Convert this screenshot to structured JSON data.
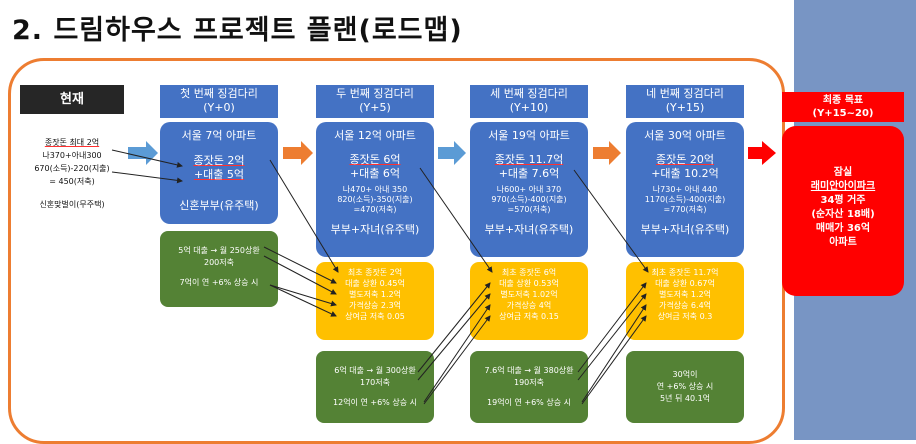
{
  "title": "2. 드림하우스 프로젝트 플랜(로드맵)",
  "current": {
    "header": "현재",
    "lines": [
      "종잣돈 최대 2억",
      "나370+아내300",
      "670(소득)-220(지출)",
      "= 450(저축)",
      "",
      "신혼맞벌이(무주택)"
    ]
  },
  "stages": [
    {
      "header": [
        "첫 번째 징검다리",
        "(Y+0)"
      ],
      "blue": {
        "line1": "서울 7억 아파트",
        "line2": "종잣돈 2억",
        "line3": "+대출 5억",
        "detail": [],
        "bottom": "신혼부부(유주택)"
      },
      "green": [
        "5억 대출 → 월 250상환",
        "200저축",
        "",
        "7억이 연 +6% 상승 시"
      ]
    },
    {
      "header": [
        "두 번째 징검다리",
        "(Y+5)"
      ],
      "blue": {
        "line1": "서울 12억 아파트",
        "line2": "종잣돈 6억",
        "line3": "+대출 6억",
        "detail": [
          "나470+ 아내 350",
          "820(소득)-350(지출)",
          "=470(저축)"
        ],
        "bottom": "부부+자녀(유주택)"
      },
      "yellow": [
        "최초 종잣돈 2억",
        "대출 상환 0.45억",
        "별도저축 1.2억",
        "가격상승 2.3억",
        "상여금 저축 0.05"
      ],
      "green": [
        "6억 대출 → 월 300상환",
        "170저축",
        "",
        "12억이 연 +6% 상승 시"
      ]
    },
    {
      "header": [
        "세 번째 징검다리",
        "(Y+10)"
      ],
      "blue": {
        "line1": "서울 19억 아파트",
        "line2": "종잣돈 11.7억",
        "line3": "+대출 7.6억",
        "detail": [
          "나600+ 아내 370",
          "970(소득)-400(지출)",
          "=570(저축)"
        ],
        "bottom": "부부+자녀(유주택)"
      },
      "yellow": [
        "최초 종잣돈 6억",
        "대출 상환 0.53억",
        "별도저축 1.02억",
        "가격상승 4억",
        "상여금 저축 0.15"
      ],
      "green": [
        "7.6억 대출 → 월 380상환",
        "190저축",
        "",
        "19억이 연 +6% 상승 시"
      ]
    },
    {
      "header": [
        "네 번째 징검다리",
        "(Y+15)"
      ],
      "blue": {
        "line1": "서울 30억 아파트",
        "line2": "종잣돈 20억",
        "line3": "+대출 10.2억",
        "detail": [
          "나730+ 아내 440",
          "1170(소득)-400(지출)",
          "=770(저축)"
        ],
        "bottom": "부부+자녀(유주택)"
      },
      "yellow": [
        "최초 종잣돈 11.7억",
        "대출 상환 0.67억",
        "별도저축 1.2억",
        "가격상승 6.4억",
        "상여금 저축 0.3"
      ],
      "green": [
        "30억이",
        "연 +6% 상승 시",
        "5년 뒤 40.1억"
      ]
    }
  ],
  "goal": {
    "header": [
      "최종 목표",
      "(Y+15~20)"
    ],
    "lines": [
      "잠실",
      "래미안아이파크",
      "34평 거주",
      "(순자산 18배)",
      "매매가 36억",
      "아파트"
    ]
  },
  "colors": {
    "accent": "#ed7d31",
    "blue": "#4472c4",
    "yellow": "#ffc000",
    "green": "#548235",
    "red": "#ff0000"
  }
}
